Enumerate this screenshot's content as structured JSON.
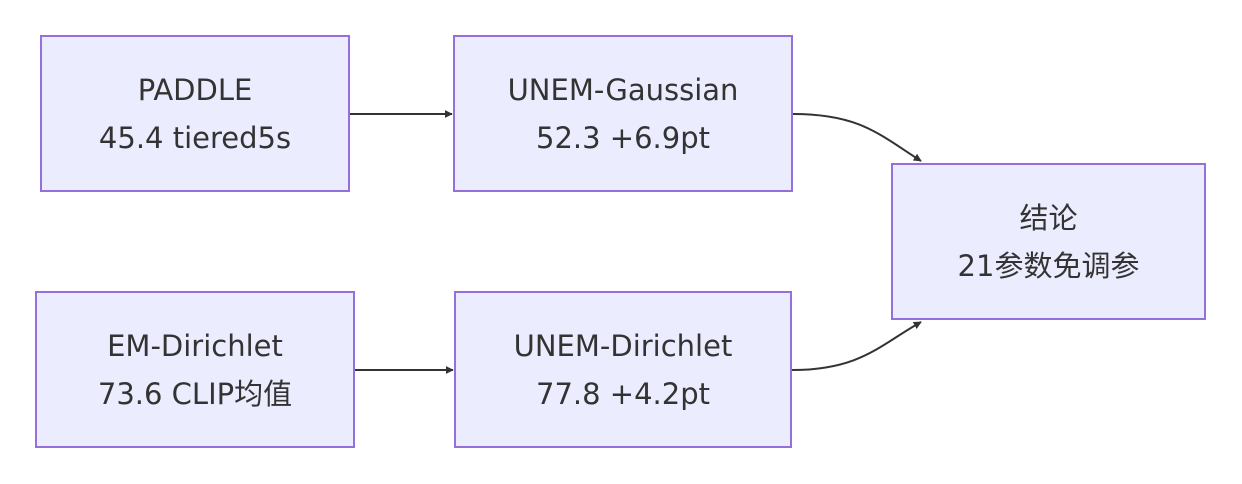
{
  "colors": {
    "node_fill": "#ECECFF",
    "node_border": "#9370DB",
    "text": "#333333",
    "edge": "#333333"
  },
  "nodes": {
    "paddle": {
      "line1": "PADDLE",
      "line2": "45.4 tiered5s"
    },
    "unem_gaussian": {
      "line1": "UNEM-Gaussian",
      "line2": "52.3 +6.9pt"
    },
    "em_dirichlet": {
      "line1": "EM-Dirichlet",
      "line2": "73.6 CLIP均值"
    },
    "unem_dirichlet": {
      "line1": "UNEM-Dirichlet",
      "line2": "77.8 +4.2pt"
    },
    "conclusion": {
      "line1": "结论",
      "line2": "21参数免调参"
    }
  },
  "edges": [
    {
      "from": "PADDLE",
      "to": "UNEM-Gaussian"
    },
    {
      "from": "EM-Dirichlet",
      "to": "UNEM-Dirichlet"
    },
    {
      "from": "UNEM-Gaussian",
      "to": "结论"
    },
    {
      "from": "UNEM-Dirichlet",
      "to": "结论"
    }
  ]
}
